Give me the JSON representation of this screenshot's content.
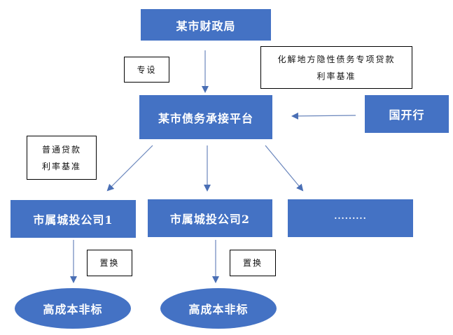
{
  "nodes": {
    "finance_bureau": "某市财政局",
    "platform": "某市债务承接平台",
    "cdb": "国开行",
    "company1": "市属城投公司1",
    "company2": "市属城投公司2",
    "others": "·········",
    "high_cost1": "高成本非标",
    "high_cost2": "高成本非标"
  },
  "labels": {
    "special_bond": "专设",
    "special_loan_line1": "化解地方隐性债务专项贷款",
    "special_loan_line2": "利率基准",
    "ordinary_loan_line1": "普通贷款",
    "ordinary_loan_line2": "利率基准",
    "swap1": "置换",
    "swap2": "置换"
  },
  "colors": {
    "node_fill": "#4472C4",
    "arrow": "#5B7DB8"
  }
}
